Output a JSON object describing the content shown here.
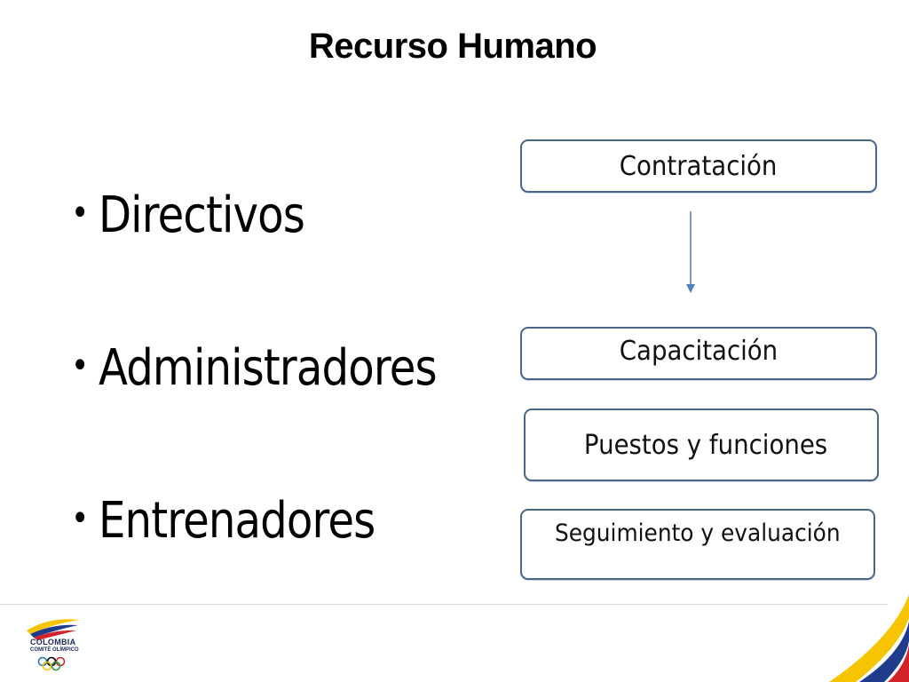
{
  "slide": {
    "title": "Recurso Humano",
    "bullets": [
      {
        "text": "Directivos"
      },
      {
        "text": "Administradores"
      },
      {
        "text": "Entrenadores"
      }
    ],
    "boxes": [
      {
        "label": "Contratación"
      },
      {
        "label": "Capacitación"
      },
      {
        "label": "Puestos y funciones"
      },
      {
        "label": "Seguimiento y evaluación"
      }
    ],
    "bullet_glyph": "•"
  },
  "logo": {
    "line1": "COLOMBIA",
    "line2": "COMITÉ OLÍMPICO"
  },
  "colors": {
    "box_border": "#4a6688",
    "arrow": "#4f81bd",
    "flag_yellow": "#f6c400",
    "flag_blue": "#1f3c8c",
    "flag_red": "#d2232a"
  }
}
